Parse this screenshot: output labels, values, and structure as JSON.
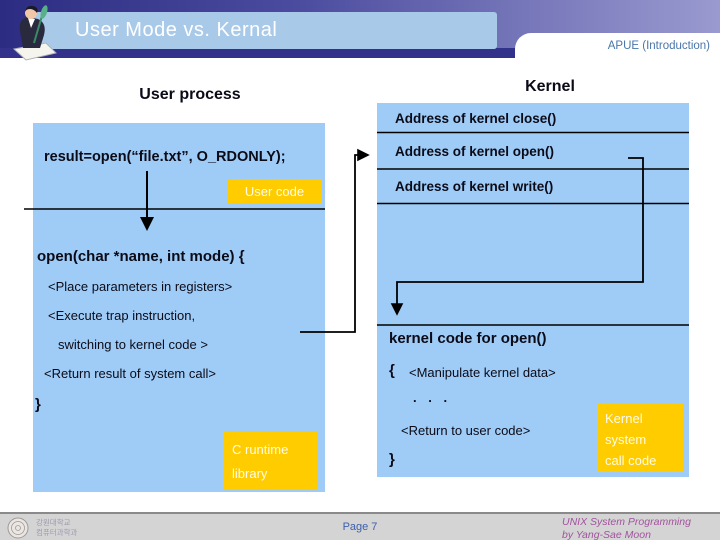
{
  "header": {
    "title": "User Mode vs. Kernal",
    "course_label": "APUE (Introduction)"
  },
  "diagram": {
    "user_process": {
      "title": "User process",
      "call_line": "result=open(“file.txt”, O_RDONLY);",
      "user_code_label": "User code",
      "func_signature": "open(char *name, int mode) {",
      "body_lines": [
        "<Place parameters in registers>",
        "<Execute trap instruction,",
        "switching to kernel code >",
        "<Return result of system call>"
      ],
      "closing_brace": "}",
      "c_runtime_line1": "C runtime",
      "c_runtime_line2": "library"
    },
    "kernel": {
      "title": "Kernel",
      "table_rows": [
        "Address of kernel close()",
        "Address of kernel open()",
        "Address of kernel write()"
      ],
      "kernel_code_title": "kernel code for open()",
      "open_brace": "{",
      "manipulate_line": "<Manipulate kernel data>",
      "dots": ". . .",
      "return_line": "<Return to user code>",
      "closing_brace": "}",
      "label_line1": "Kernel",
      "label_line2": "system",
      "label_line3": "call code"
    }
  },
  "footer": {
    "page": "Page 7",
    "credit_line1": "UNIX System Programming",
    "credit_line2": "by Yang-Sae Moon",
    "dept_line1": "강원대학교",
    "dept_line2": "컴퓨터과학과"
  },
  "colors": {
    "box_blue": "#9fccf7",
    "banner_blue": "#a9c9e9",
    "label_gold": "#ffcc00",
    "header_dark": "#2c2c82",
    "header_light": "#9a9ad0",
    "footer_gray": "#d4d4d4",
    "page_number_blue": "#3c5fae",
    "credit_purple": "#a2539e",
    "course_tag_blue": "#4a76a8"
  }
}
